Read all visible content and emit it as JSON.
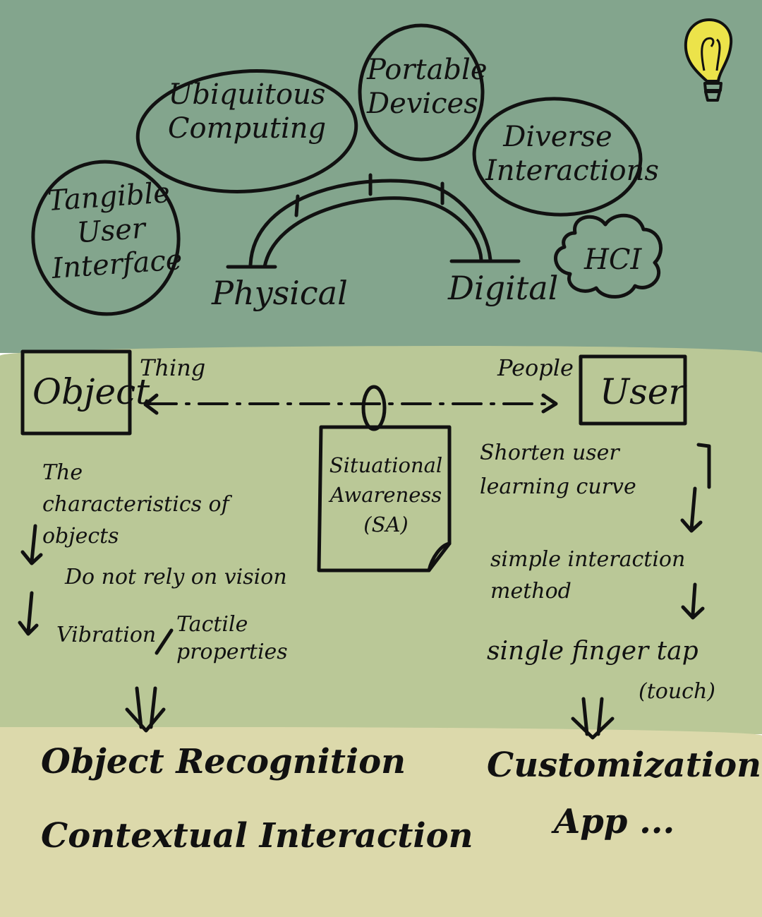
{
  "top_section": {
    "ellipses": [
      {
        "id": "tui",
        "label": "Tangible User Interface"
      },
      {
        "id": "ubicomp",
        "label": "Ubiquitous Computing"
      },
      {
        "id": "portable",
        "label": "Portable Devices"
      },
      {
        "id": "diverse",
        "label": "Diverse Interactions"
      }
    ],
    "bridge_left": "Physical",
    "bridge_right": "Digital",
    "cloud_label": "HCI"
  },
  "middle_section": {
    "object_box": "Object",
    "object_arrow_label": "Thing",
    "user_box": "User",
    "user_arrow_label": "People",
    "center_note": "Situational Awareness (SA)",
    "left_flow": {
      "step1": "The characteristics of objects",
      "step2": "Do not rely on vision",
      "step3_a": "Vibration",
      "step3_sep": "/",
      "step3_b": "Tactile properties"
    },
    "right_flow": {
      "step1": "Shorten user learning curve",
      "step2": "simple interaction method",
      "step3": "single finger tap",
      "step3_note": "(touch)"
    }
  },
  "bottom_section": {
    "left_line1": "Object Recognition",
    "left_line2": "Contextual Interaction",
    "right_line1": "Customization",
    "right_line2": "App ..."
  },
  "colors": {
    "top_band": "#83a58d",
    "middle_band": "#bac897",
    "bottom_band": "#dcd9ab",
    "ink": "#111111",
    "bulb": "#ece34a"
  },
  "icons": [
    "lightbulb-icon",
    "cloud-icon",
    "paper-note-icon"
  ]
}
